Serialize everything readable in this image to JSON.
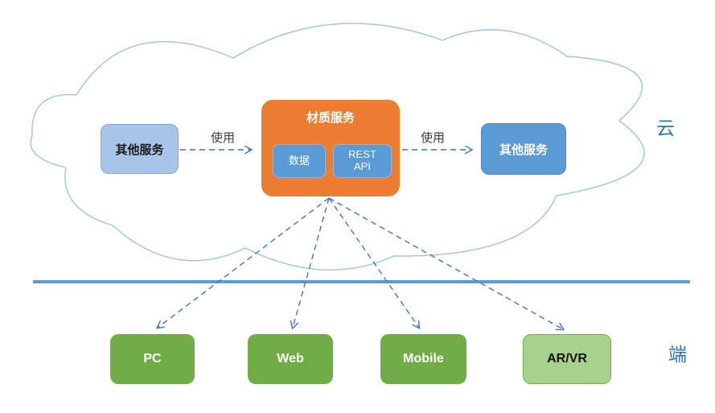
{
  "diagram": {
    "region_labels": {
      "cloud": "云",
      "edge": "端"
    },
    "edge_labels": {
      "use_left": "使用",
      "use_right": "使用"
    },
    "nodes": {
      "left_service": {
        "label": "其他服务"
      },
      "material_service": {
        "title": "材质服务",
        "data_label": "数据",
        "rest_label": "REST API"
      },
      "right_service": {
        "label": "其他服务"
      },
      "clients": [
        {
          "label": "PC"
        },
        {
          "label": "Web"
        },
        {
          "label": "Mobile"
        },
        {
          "label": "AR/VR"
        }
      ]
    },
    "colors": {
      "orange": "#ED7D31",
      "blue": "#5B9BD5",
      "light_blue": "#A6C5E9",
      "green": "#70AD47",
      "light_green": "#A9D18E",
      "dashed_arrow": "#4472C4",
      "separator_line": "#5B9BD5",
      "cloud_outline": "#9DC3E6",
      "region_label_blue": "#2479BE"
    }
  }
}
